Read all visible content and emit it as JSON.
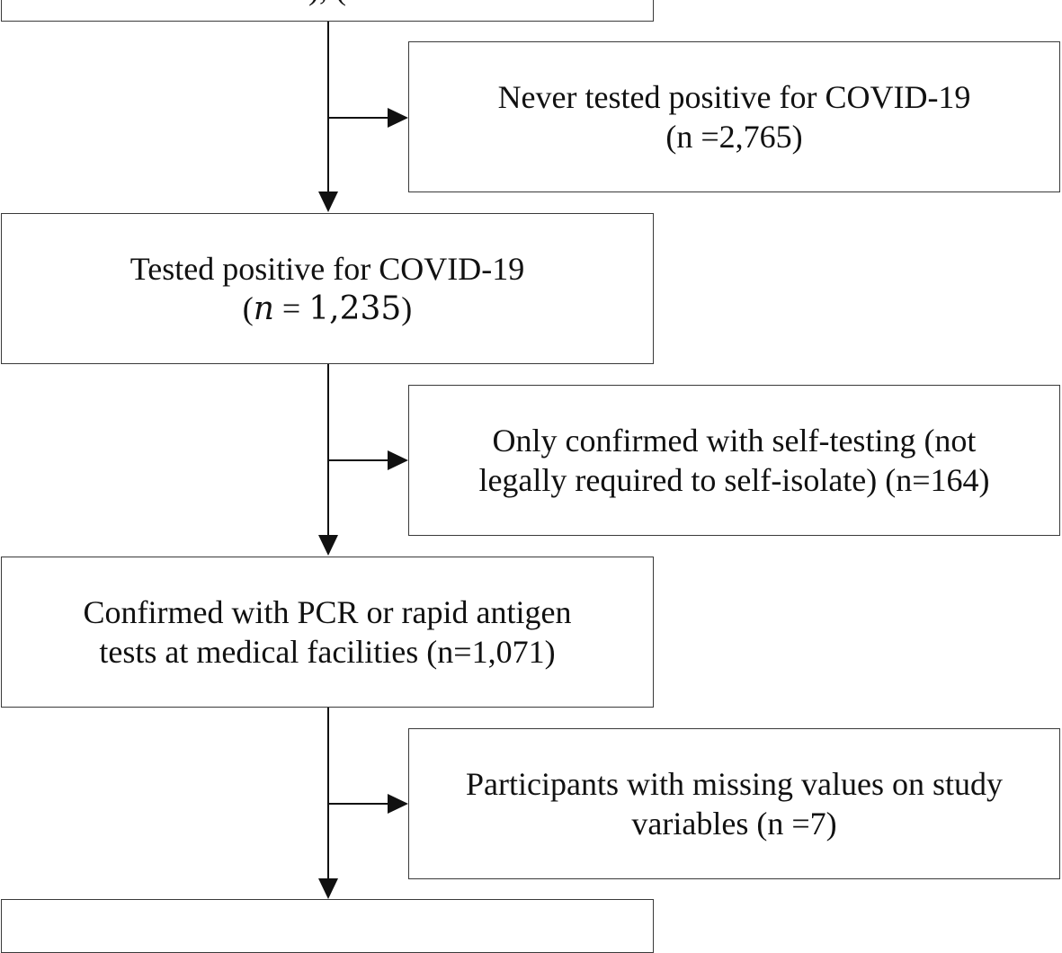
{
  "flowchart": {
    "top_box": {
      "text": "), (",
      "partial_note": "text cut off at top edge"
    },
    "excluded_1": {
      "line1": "Never tested positive for COVID-19",
      "line2": "(n =2,765)"
    },
    "step_2": {
      "line1": "Tested positive for COVID-19",
      "line2_open": "(",
      "line2_n": "n",
      "line2_eq": " = ",
      "line2_val": "1,235",
      "line2_close": ")"
    },
    "excluded_2": {
      "line1": "Only confirmed with self-testing (not",
      "line2": "legally required to self-isolate) (n=164)"
    },
    "step_3": {
      "line1": "Confirmed with PCR or rapid antigen",
      "line2": "tests at medical facilities (n=1,071)"
    },
    "excluded_3": {
      "line1": "Participants with missing values on study",
      "line2": "variables (n =7)"
    }
  }
}
